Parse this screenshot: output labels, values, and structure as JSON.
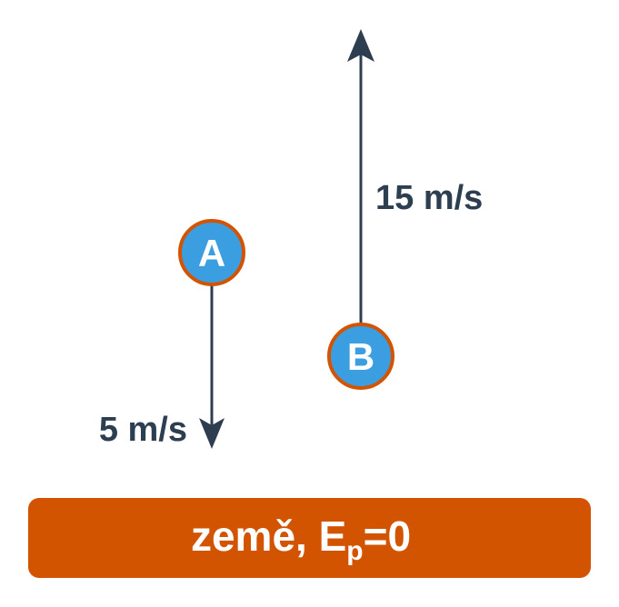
{
  "colors": {
    "arrow": "#2d3e50",
    "ball_fill": "#3b9ee0",
    "ball_stroke": "#d35400",
    "ground_fill": "#d35400",
    "ground_text": "#ffffff",
    "label_text": "#2d3e50"
  },
  "balls": {
    "a": {
      "letter": "A",
      "speed_label": "5 m/s",
      "direction": "down"
    },
    "b": {
      "letter": "B",
      "speed_label": "15 m/s",
      "direction": "up"
    }
  },
  "ground": {
    "label_main": "země, E",
    "label_sub": "p",
    "label_tail": "=0"
  }
}
